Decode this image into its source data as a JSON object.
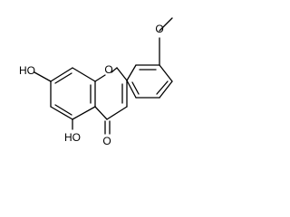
{
  "molecule": {
    "labels": {
      "hydroxyl_7": "HO",
      "hydroxyl_5": "HO",
      "carbonyl_oxygen": "O",
      "ring_oxygen": "O",
      "methoxy_oxygen": "O"
    }
  },
  "colors": {
    "bond": "#000000",
    "text": "#000000",
    "background": "#ffffff"
  }
}
